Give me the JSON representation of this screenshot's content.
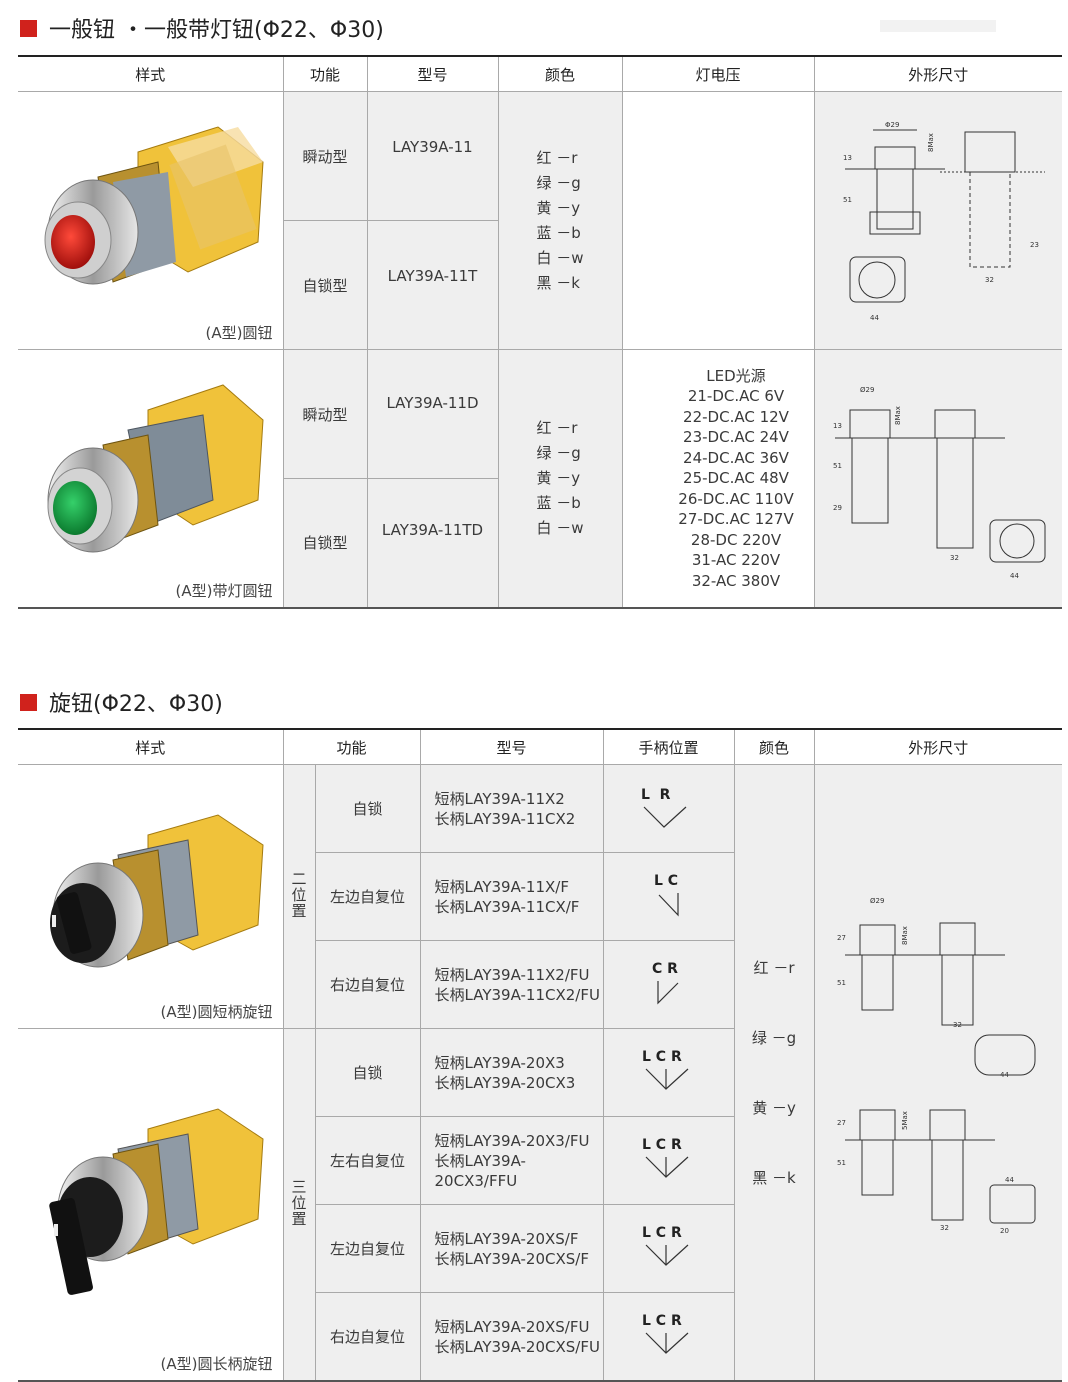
{
  "section1": {
    "title": "一般钮 ・一般带灯钮(Φ22、Φ30)",
    "headers": [
      "样式",
      "功能",
      "型号",
      "颜色",
      "灯电压",
      "外形尺寸"
    ],
    "rows": [
      {
        "caption": "(A型)圆钮",
        "functions": [
          "瞬动型",
          "自锁型"
        ],
        "models": [
          "LAY39A-11",
          "LAY39A-11T"
        ],
        "colors": [
          "红 －r",
          "绿 －g",
          "黄 －y",
          "蓝 －b",
          "白 －w",
          "黑 －k"
        ],
        "voltages": []
      },
      {
        "caption": "(A型)带灯圆钮",
        "functions": [
          "瞬动型",
          "自锁型"
        ],
        "models": [
          "LAY39A-11D",
          "LAY39A-11TD"
        ],
        "colors": [
          "红 －r",
          "绿 －g",
          "黄 －y",
          "蓝 －b",
          "白 －w"
        ],
        "voltages": [
          "LED光源",
          "21-DC.AC 6V",
          "22-DC.AC 12V",
          "23-DC.AC 24V",
          "24-DC.AC 36V",
          "25-DC.AC 48V",
          "26-DC.AC 110V",
          "27-DC.AC 127V",
          "28-DC 220V",
          "31-AC 220V",
          "32-AC 380V"
        ]
      }
    ]
  },
  "section2": {
    "title": "旋钮(Φ22、Φ30)",
    "headers": [
      "样式",
      "功能",
      "型号",
      "手柄位置",
      "颜色",
      "外形尺寸"
    ],
    "groups": [
      {
        "label": "二位置",
        "caption": "(A型)圆短柄旋钮",
        "rows": [
          {
            "function": "自锁",
            "model_short": "短柄LAY39A-11X2",
            "model_long": "长柄LAY39A-11CX2",
            "letters": "L  R"
          },
          {
            "function": "左边自复位",
            "model_short": "短柄LAY39A-11X/F",
            "model_long": "长柄LAY39A-11CX/F",
            "letters": "L C"
          },
          {
            "function": "右边自复位",
            "model_short": "短柄LAY39A-11X2/FU",
            "model_long": "长柄LAY39A-11CX2/FU",
            "letters": "C R"
          }
        ]
      },
      {
        "label": "三位置",
        "caption": "(A型)圆长柄旋钮",
        "rows": [
          {
            "function": "自锁",
            "model_short": "短柄LAY39A-20X3",
            "model_long": "长柄LAY39A-20CX3",
            "letters": "L C R"
          },
          {
            "function": "左右自复位",
            "model_short": "短柄LAY39A-20X3/FU",
            "model_long": "长柄LAY39A-20CX3/FFU",
            "letters": "L C R"
          },
          {
            "function": "左边自复位",
            "model_short": "短柄LAY39A-20XS/F",
            "model_long": "长柄LAY39A-20CXS/F",
            "letters": "L C R"
          },
          {
            "function": "右边自复位",
            "model_short": "短柄LAY39A-20XS/FU",
            "model_long": "长柄LAY39A-20CXS/FU",
            "letters": "L C R"
          }
        ]
      }
    ],
    "colors": [
      "红 －r",
      "绿 －g",
      "黄 －y",
      "黑 －k"
    ]
  },
  "accent_color": "#d0221c",
  "dimension_labels": {
    "d29": "Φ29",
    "d29b": "Ø29",
    "d29c": "Ø29",
    "h13": "13",
    "h51": "51",
    "w44": "44",
    "w32": "32",
    "h23": "23",
    "h29": "29",
    "w44b": "44",
    "w32b": "32",
    "h27": "27",
    "h51b": "51",
    "w32c": "32",
    "w44c": "44",
    "h27b": "27",
    "h51c": "51",
    "w32d": "32",
    "w44d": "44",
    "w20": "20",
    "max": "8Max",
    "max2": "8Max",
    "max3": "8Max",
    "max4": "5Max"
  }
}
